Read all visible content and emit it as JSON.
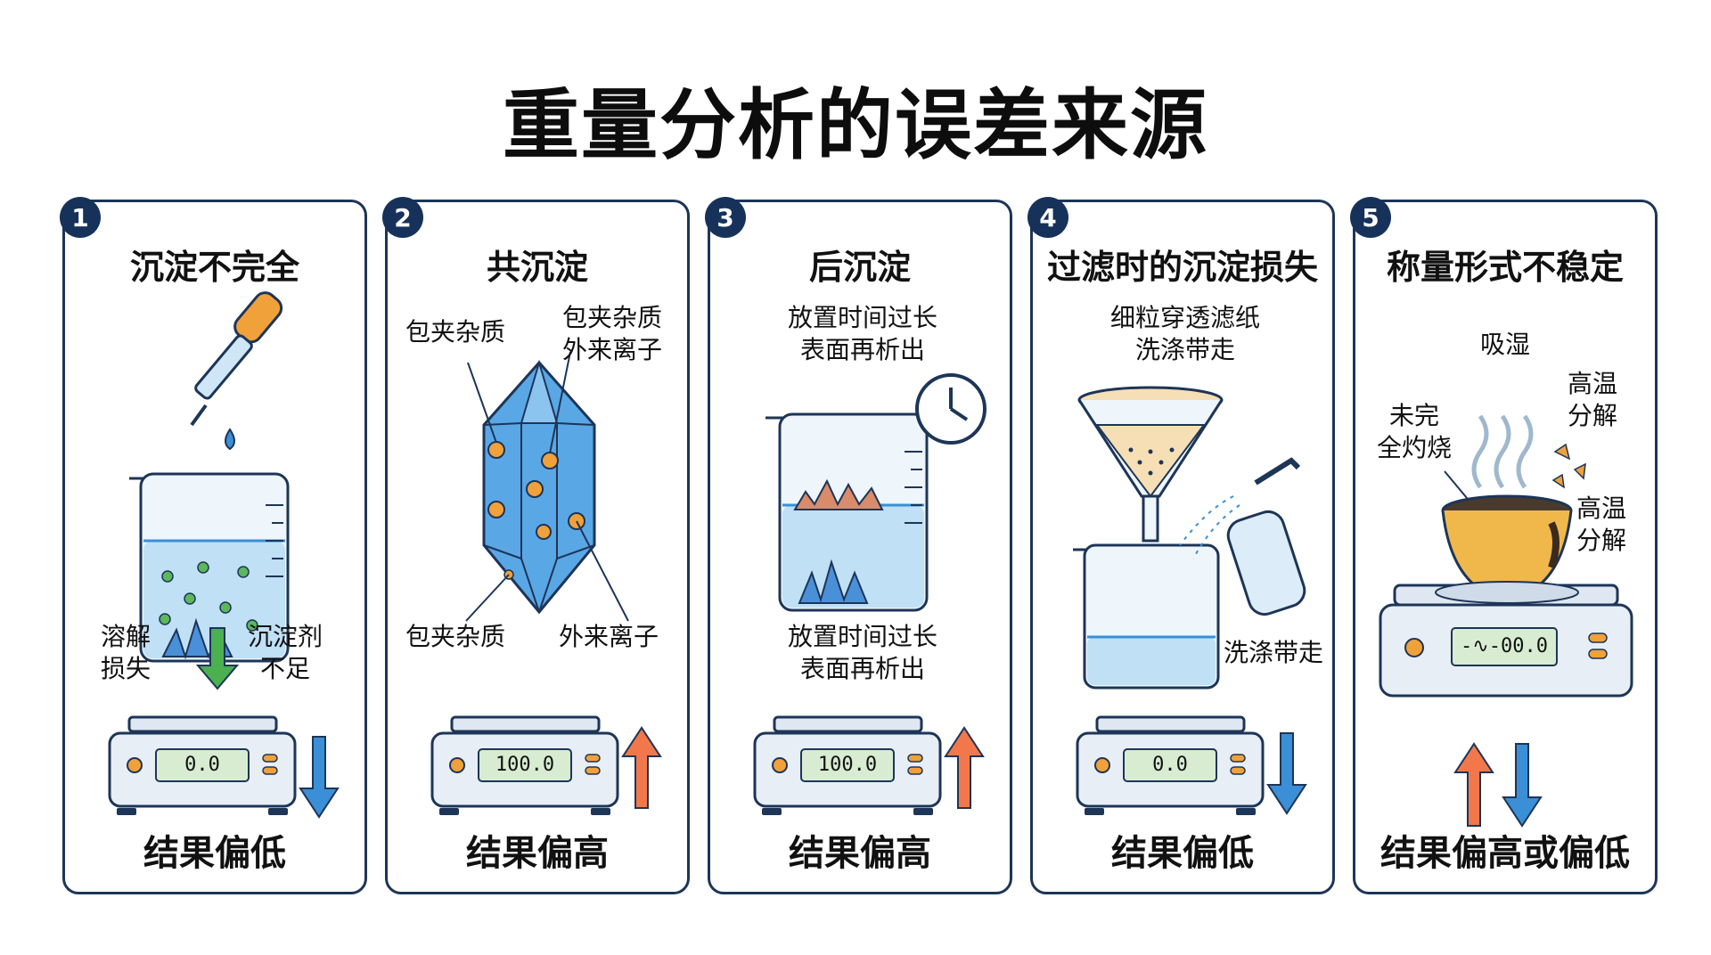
{
  "title": "重量分析的误差来源",
  "colors": {
    "border": "#1d3557",
    "badge": "#17325a",
    "up_arrow": "#f2784b",
    "down_arrow": "#3a8fd6",
    "green_arrow": "#4caf50"
  },
  "panels": [
    {
      "number": "1",
      "title": "沉淀不完全",
      "labels": {
        "left": "溶解\n损失",
        "right": "沉淀剂\n不足"
      },
      "display": "0.0",
      "arrow": "down",
      "result": "结果偏低"
    },
    {
      "number": "2",
      "title": "共沉淀",
      "labels": {
        "top_left": "包夹杂质",
        "top_right": "包夹杂质\n外来离子",
        "bottom_left": "包夹杂质",
        "bottom_right": "外来离子"
      },
      "display": "100.0",
      "arrow": "up",
      "result": "结果偏高"
    },
    {
      "number": "3",
      "title": "后沉淀",
      "labels": {
        "top": "放置时间过长\n表面再析出",
        "bottom": "放置时间过长\n表面再析出"
      },
      "display": "100.0",
      "arrow": "up",
      "result": "结果偏高",
      "icons": [
        "clock-icon"
      ]
    },
    {
      "number": "4",
      "title": "过滤时的沉淀损失",
      "labels": {
        "top": "细粒穿透滤纸\n洗涤带走",
        "right": "洗涤带走"
      },
      "display": "0.0",
      "arrow": "down",
      "result": "结果偏低"
    },
    {
      "number": "5",
      "title": "称量形式不稳定",
      "labels": {
        "top": "吸湿",
        "right_top": "高温\n分解",
        "left": "未完\n全灼烧",
        "right_bottom": "高温\n分解"
      },
      "display": "-∿-00.0",
      "arrow": "both",
      "result": "结果偏高或偏低"
    }
  ]
}
